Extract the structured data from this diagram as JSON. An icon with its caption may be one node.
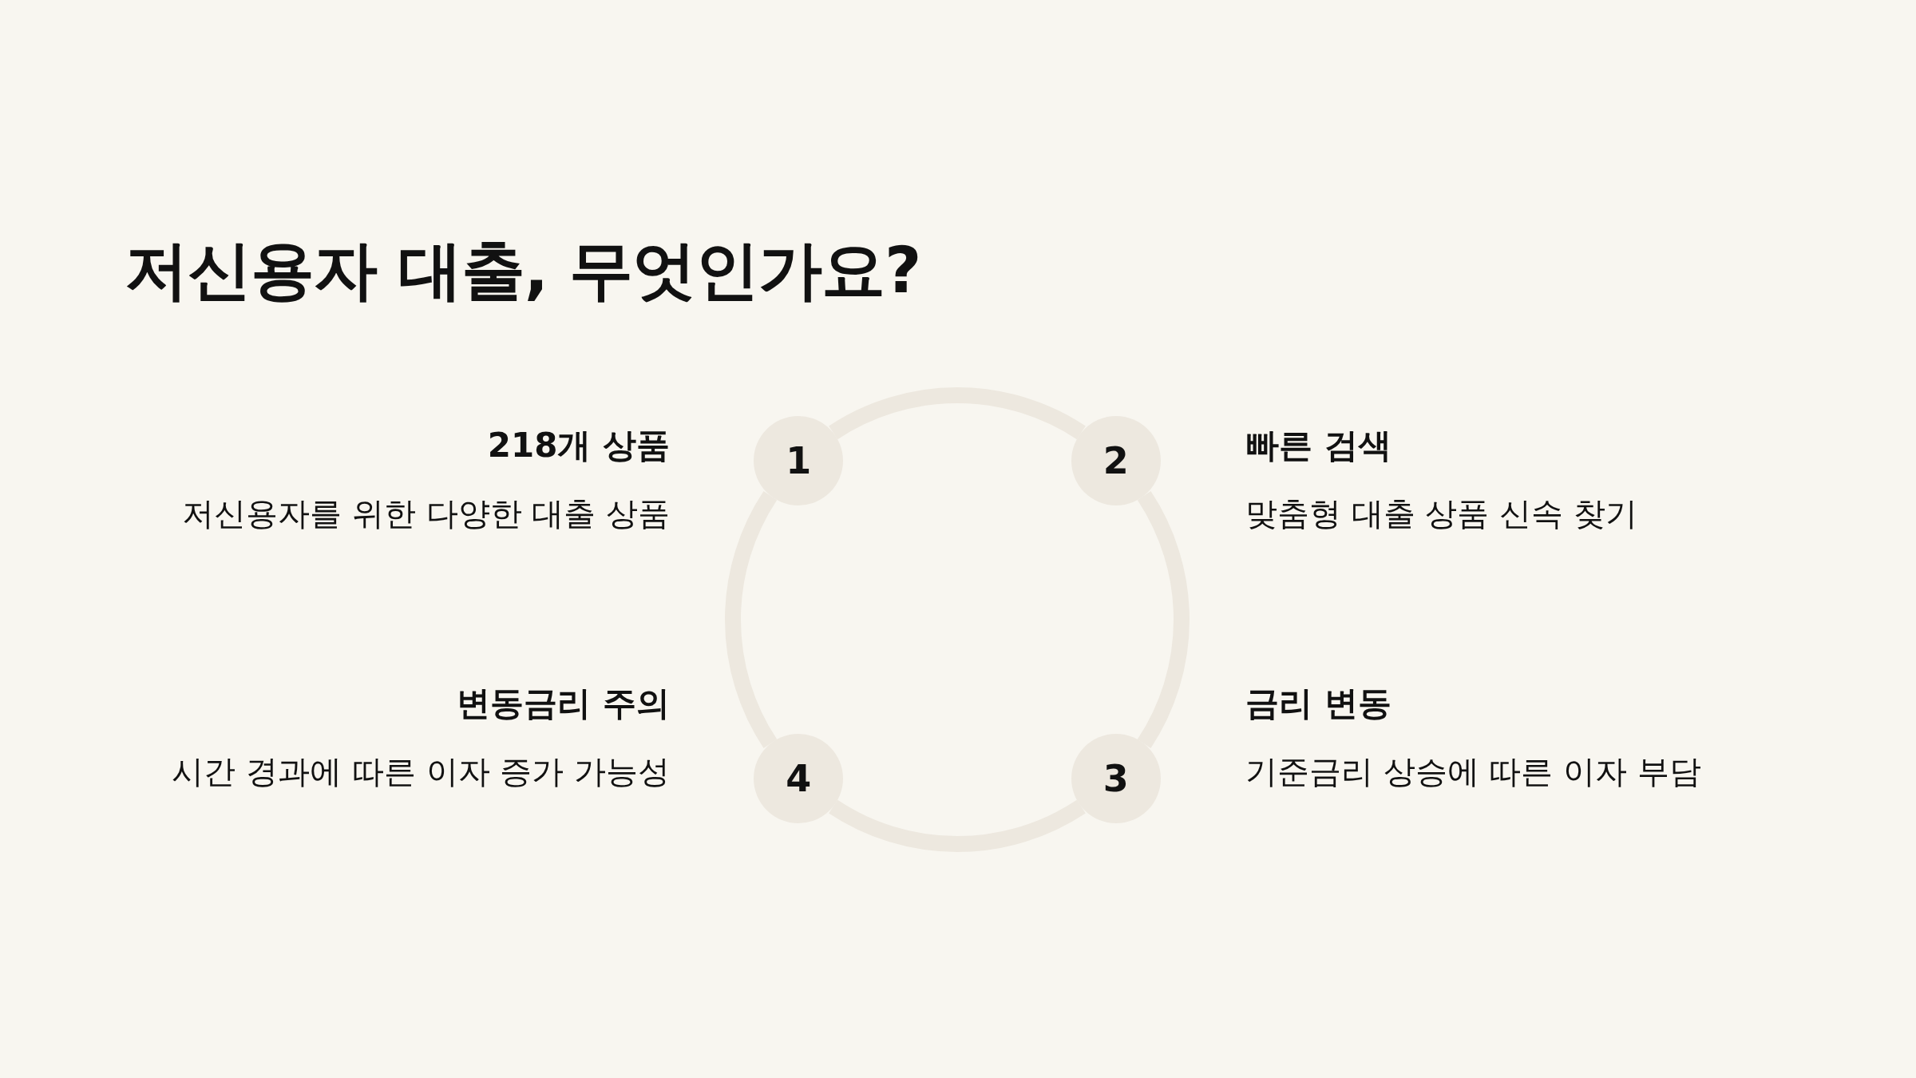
{
  "diagram": {
    "title": "저신용자 대출, 무엇인가요?",
    "nodes": [
      {
        "text": [
          "1"
        ],
        "beside": [
          "218개 상품",
          "저신용자를 위한 다양한 대출 상품"
        ]
      },
      {
        "text": [
          "2"
        ],
        "beside": [
          "빠른 검색",
          "맞춤형 대출 상품 신속 찾기"
        ]
      },
      {
        "text": [
          "3"
        ],
        "beside": [
          "금리 변동",
          "기준금리 상승에 따른 이자 부담"
        ]
      },
      {
        "text": [
          "4"
        ],
        "beside": [
          "변동금리 주의",
          "시간 경과에 따른 이자 증가 가능성"
        ]
      }
    ],
    "edges": [
      {
        "from": 0,
        "to": 1,
        "arrow": "none"
      },
      {
        "from": 1,
        "to": 2,
        "arrow": "none"
      },
      {
        "from": 2,
        "to": 3,
        "arrow": "none"
      },
      {
        "from": 3,
        "to": 0,
        "arrow": "none"
      }
    ]
  }
}
